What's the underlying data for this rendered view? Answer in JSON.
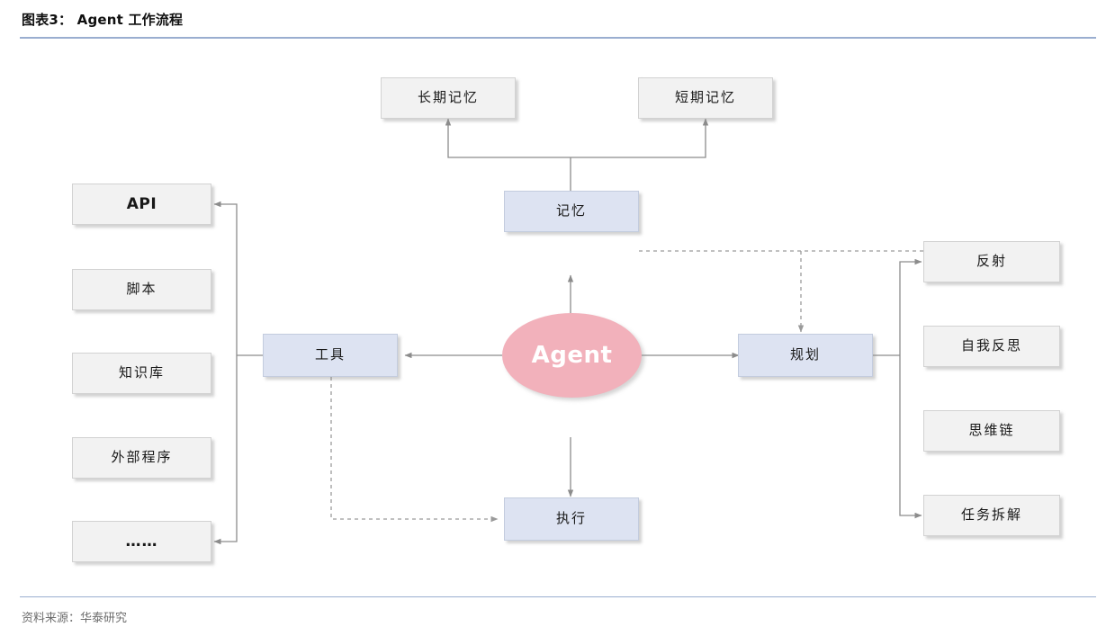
{
  "header": {
    "title": "图表3： Agent 工作流程",
    "rule_color": "#9aaed0"
  },
  "footer": {
    "source": "资料来源：华泰研究"
  },
  "diagram": {
    "type": "flowchart",
    "center": {
      "label": "Agent",
      "shape": "ellipse",
      "fill": "#f2b1bb",
      "text_color": "#ffffff"
    },
    "core_nodes": [
      {
        "id": "memory",
        "label": "记忆",
        "fill": "#dde3f2"
      },
      {
        "id": "tools",
        "label": "工具",
        "fill": "#dde3f2"
      },
      {
        "id": "planning",
        "label": "规划",
        "fill": "#dde3f2"
      },
      {
        "id": "execution",
        "label": "执行",
        "fill": "#dde3f2"
      }
    ],
    "memory_children": [
      {
        "id": "long-term-memory",
        "label": "长期记忆",
        "fill": "#f2f2f2"
      },
      {
        "id": "short-term-memory",
        "label": "短期记忆",
        "fill": "#f2f2f2"
      }
    ],
    "tool_children": [
      {
        "id": "api",
        "label": "API",
        "fill": "#f2f2f2",
        "style": "latin"
      },
      {
        "id": "script",
        "label": "脚本",
        "fill": "#f2f2f2",
        "style": "cjk"
      },
      {
        "id": "knowledge-base",
        "label": "知识库",
        "fill": "#f2f2f2",
        "style": "cjk"
      },
      {
        "id": "external-program",
        "label": "外部程序",
        "fill": "#f2f2f2",
        "style": "cjk"
      },
      {
        "id": "more",
        "label": "……",
        "fill": "#f2f2f2",
        "style": "dots"
      }
    ],
    "planning_children": [
      {
        "id": "reflection",
        "label": "反射",
        "fill": "#f2f2f2"
      },
      {
        "id": "self-reflection",
        "label": "自我反思",
        "fill": "#f2f2f2"
      },
      {
        "id": "chain-of-thought",
        "label": "思维链",
        "fill": "#f2f2f2"
      },
      {
        "id": "task-decomposition",
        "label": "任务拆解",
        "fill": "#f2f2f2"
      }
    ],
    "edges": [
      {
        "from": "memory",
        "to": "long-term-memory",
        "style": "solid",
        "arrow": true
      },
      {
        "from": "memory",
        "to": "short-term-memory",
        "style": "solid",
        "arrow": true
      },
      {
        "from": "agent",
        "to": "memory",
        "style": "solid",
        "arrow": true
      },
      {
        "from": "agent",
        "to": "tools",
        "style": "solid",
        "arrow": true
      },
      {
        "from": "agent",
        "to": "planning",
        "style": "solid",
        "arrow": true
      },
      {
        "from": "agent",
        "to": "execution",
        "style": "solid",
        "arrow": true
      },
      {
        "from": "tools",
        "to": "api",
        "style": "solid",
        "arrow": true
      },
      {
        "from": "tools",
        "to": "more",
        "style": "solid",
        "arrow": true
      },
      {
        "from": "planning",
        "to": "reflection",
        "style": "solid",
        "arrow": true
      },
      {
        "from": "planning",
        "to": "task-decomposition",
        "style": "solid",
        "arrow": true
      },
      {
        "from": "memory",
        "to": "planning",
        "style": "dashed",
        "arrow": true
      },
      {
        "from": "memory",
        "to": "reflection",
        "style": "dashed",
        "arrow": true
      },
      {
        "from": "tools",
        "to": "execution",
        "style": "dashed",
        "arrow": true
      }
    ],
    "line_color": "#8c8c8c",
    "dashed_color": "#9a9a9a"
  }
}
